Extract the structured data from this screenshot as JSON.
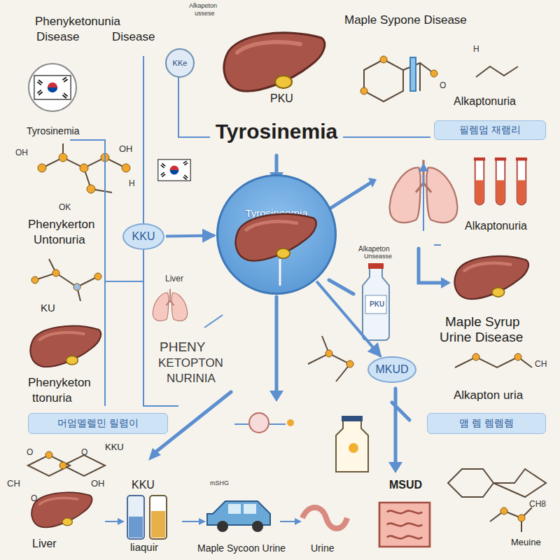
{
  "diagram": {
    "title": "Tyrosinemia",
    "nodes": [
      {
        "text": [
          "Tyrosineemia"
        ]
      },
      {
        "text": [
          "KKU"
        ]
      },
      {
        "text": [
          "MKUD"
        ]
      },
      {
        "text": [
          "KKe"
        ]
      },
      {
        "text": [
          "필렘멈 재램리"
        ]
      },
      {
        "text": [
          "머멈멜렐민 릴렴이"
        ]
      },
      {
        "text": [
          "맴 렘 렘렘렘"
        ]
      }
    ],
    "edges": [
      {
        "from": 1,
        "to": 0,
        "arrow": "to"
      },
      {
        "from": 0,
        "to": 2,
        "arrow": "to"
      }
    ],
    "labels": [
      "Phenyketonunia",
      "Disease",
      "Disease",
      "Alkapeton",
      "ussese",
      "Maple Sypone Disease",
      "H",
      "O",
      "PKU",
      "Alkaptonuria",
      "Tyrosinemia",
      "OH",
      "OK",
      "H",
      "OH",
      "Phenykerton",
      "Untonuria",
      "Alkaptonuria",
      "Alkapeton",
      "Unseasse",
      "KU",
      "Liver",
      "PHENY",
      "KETOPTON",
      "NURINIA",
      "PKU",
      "Maple Syrup",
      "Urine Disease",
      "CH",
      "Alkapton uria",
      "Phenyketon",
      "ttonuria",
      "KKU",
      "KKU",
      "CH",
      "O",
      "OH",
      "O",
      "O",
      "mSHG",
      "MSUD",
      "CH8",
      "Liver",
      "liaquir",
      "Maple Sycoon Urine",
      "Urine",
      "Meuine"
    ]
  }
}
